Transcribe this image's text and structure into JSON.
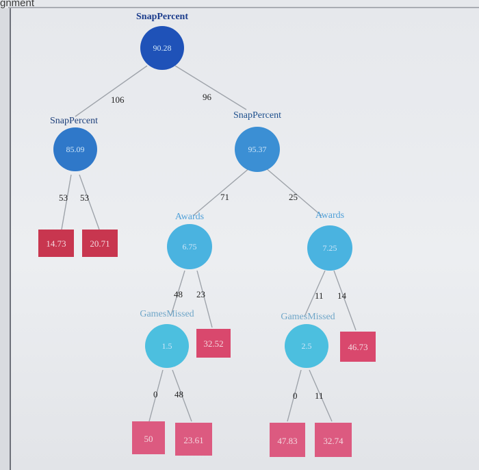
{
  "header": {
    "title_fragment": "gnment"
  },
  "tree": {
    "root": {
      "feature": "SnapPercent",
      "value": "90.28",
      "color": "#1f52b8"
    },
    "edges_root": {
      "left": "106",
      "right": "96"
    },
    "left": {
      "feature": "SnapPercent",
      "value": "85.09",
      "color": "#2f78c9"
    },
    "edges_left": {
      "left": "53",
      "right": "53"
    },
    "left_leaves": [
      {
        "value": "14.73",
        "color": "#c8364f"
      },
      {
        "value": "20.71",
        "color": "#c8364f"
      }
    ],
    "right": {
      "feature": "SnapPercent",
      "value": "95.37",
      "color": "#3b8fd4"
    },
    "edges_right": {
      "left": "71",
      "right": "25"
    },
    "rl": {
      "feature": "Awards",
      "value": "6.75",
      "color": "#4ab3e0"
    },
    "edges_rl": {
      "left": "48",
      "right": "23"
    },
    "rr": {
      "feature": "Awards",
      "value": "7.25",
      "color": "#4ab3e0"
    },
    "edges_rr": {
      "left": "11",
      "right": "14"
    },
    "rll": {
      "feature": "GamesMissed",
      "value": "1.5",
      "color": "#4cbfdf"
    },
    "rlr_leaf": {
      "value": "32.52",
      "color": "#d9486d"
    },
    "edges_rll": {
      "left": "0",
      "right": "48"
    },
    "rll_leaves": [
      {
        "value": "50",
        "color": "#dc5a80"
      },
      {
        "value": "23.61",
        "color": "#dc5a80"
      }
    ],
    "rrl": {
      "feature": "GamesMissed",
      "value": "2.5",
      "color": "#4cbfdf"
    },
    "rrr_leaf": {
      "value": "46.73",
      "color": "#d9486d"
    },
    "edges_rrl": {
      "left": "0",
      "right": "11"
    },
    "rrl_leaves": [
      {
        "value": "47.83",
        "color": "#dc5a80"
      },
      {
        "value": "32.74",
        "color": "#dc5a80"
      }
    ]
  }
}
